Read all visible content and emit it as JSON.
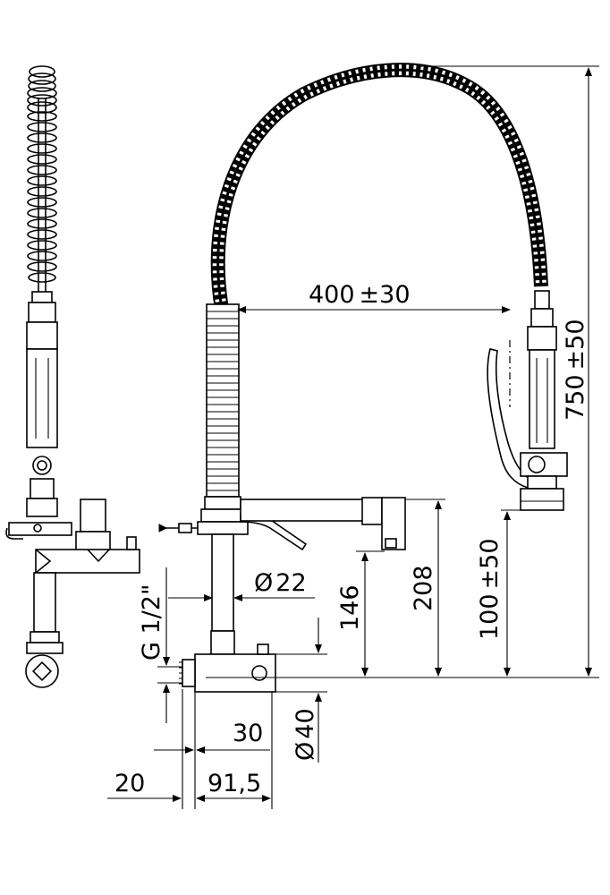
{
  "dimensions": {
    "reach": "400",
    "reach_tol": "±30",
    "height": "750",
    "height_tol": "±50",
    "spray_height": "100",
    "spray_height_tol": "±50",
    "spout_height": "208",
    "body_height": "146",
    "pipe_diameter": "22",
    "inlet_thread": "G 1/2\"",
    "body_diameter": "40",
    "depth_30": "30",
    "offset_20": "20",
    "depth_91": "91,5"
  },
  "symbols": {
    "diameter": "Ø"
  },
  "colors": {
    "line": "#000000",
    "background": "#ffffff"
  }
}
